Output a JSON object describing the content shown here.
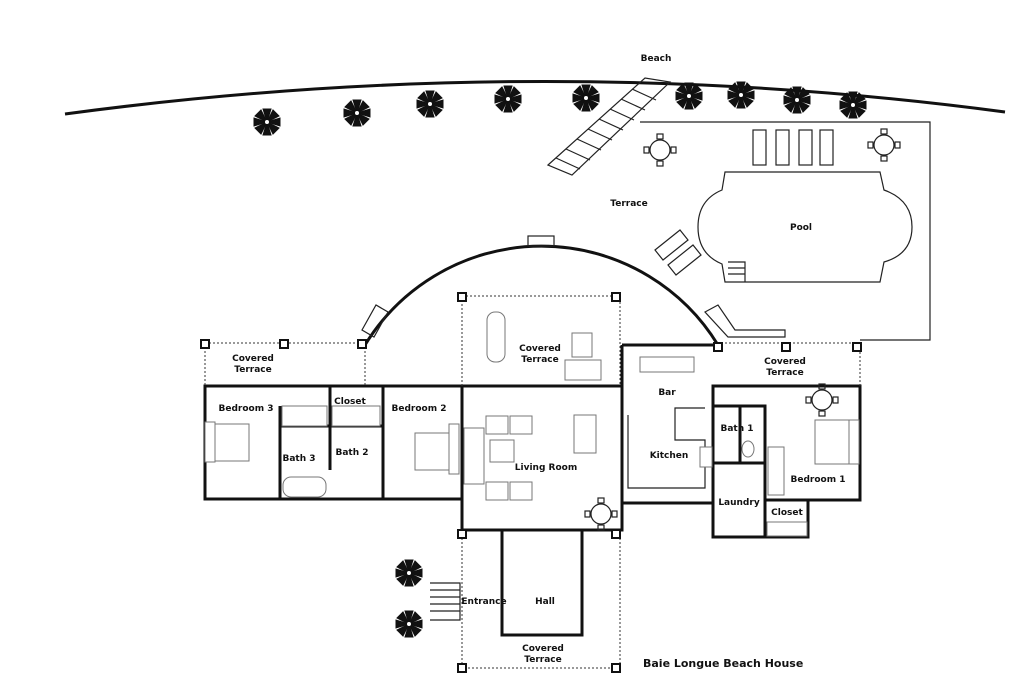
{
  "title": "Baie Longue Beach House",
  "labels": {
    "beach": "Beach",
    "terrace": "Terrace",
    "pool": "Pool",
    "covered_terrace": "Covered",
    "terrace_word": "Terrace",
    "bedroom3": "Bedroom 3",
    "closet": "Closet",
    "bedroom2": "Bedroom 2",
    "bath3": "Bath 3",
    "bath2": "Bath 2",
    "living_room": "Living Room",
    "bar": "Bar",
    "kitchen": "Kitchen",
    "bath1": "Bath 1",
    "bedroom1": "Bedroom 1",
    "laundry": "Laundry",
    "closet1": "Closet",
    "entrance": "Entrance",
    "hall": "Hall"
  }
}
